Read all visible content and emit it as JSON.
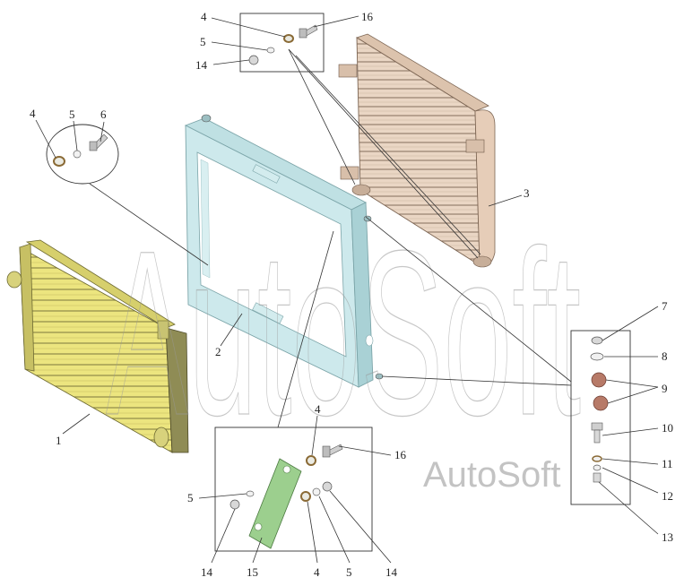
{
  "watermark": {
    "large_text": "AutoSoft",
    "small_text": "AutoSoft"
  },
  "callouts": {
    "l1": "1",
    "l2": "2",
    "l3": "3",
    "l4a": "4",
    "l5a": "5",
    "l14a": "14",
    "l16a": "16",
    "l4b": "4",
    "l5b": "5",
    "l6b": "6",
    "l7": "7",
    "l8": "8",
    "l9": "9",
    "l10": "10",
    "l11": "11",
    "l12": "12",
    "l13": "13",
    "l4c": "4",
    "l16c": "16",
    "l5c": "5",
    "l14c": "14",
    "l15c": "15",
    "l4d": "4",
    "l5d": "5",
    "l14d": "14"
  },
  "colors": {
    "radiator_face": "#e9e27a",
    "radiator_dark": "#a9a45a",
    "shroud_face": "#c8e8ea",
    "shroud_edge": "#8fb7bb",
    "cooler_face": "#e8d2bf",
    "cooler_dark": "#b79e88",
    "plate": "#9ccf8e",
    "cushion": "#b77a68"
  }
}
